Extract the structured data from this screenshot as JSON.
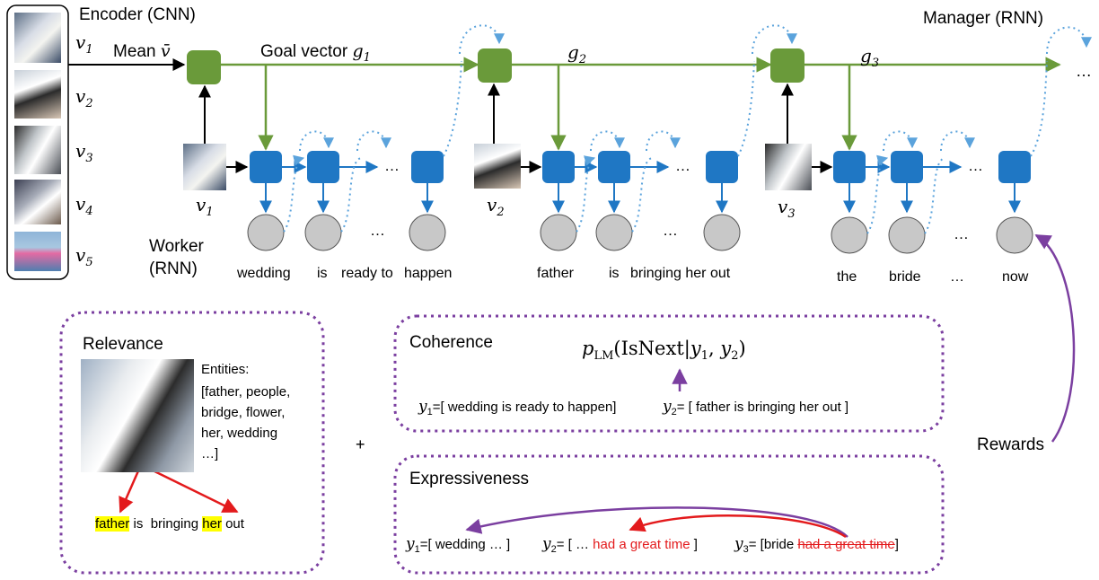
{
  "colors": {
    "green": "#6a9a3a",
    "green_dark": "#4f7a2a",
    "blue": "#1f77c4",
    "blue_dotted": "#5ba3dc",
    "purple": "#7b3fa0",
    "red": "#e31a1c",
    "gray_node": "#c8c8c8",
    "highlight": "#ffff00"
  },
  "encoder": {
    "title": "Encoder (CNN)",
    "frames": [
      {
        "label": "v",
        "sub": "1"
      },
      {
        "label": "v",
        "sub": "2"
      },
      {
        "label": "v",
        "sub": "3"
      },
      {
        "label": "v",
        "sub": "4"
      },
      {
        "label": "v",
        "sub": "5"
      }
    ],
    "mean_label": "Mean",
    "mean_symbol": "v̄"
  },
  "manager": {
    "title": "Manager (RNN)",
    "goal_label": "Goal vector",
    "goals": [
      {
        "label": "g",
        "sub": "1"
      },
      {
        "label": "g",
        "sub": "2"
      },
      {
        "label": "g",
        "sub": "3"
      }
    ],
    "ellipsis": "…"
  },
  "worker": {
    "title_line1": "Worker",
    "title_line2": "(RNN)",
    "inputs": [
      {
        "label": "v",
        "sub": "1"
      },
      {
        "label": "v",
        "sub": "2"
      },
      {
        "label": "v",
        "sub": "3"
      }
    ],
    "ellipsis": "…",
    "words": [
      "wedding",
      "is",
      "ready to",
      "happen",
      "father",
      "is",
      "bringing her out",
      "the",
      "bride",
      "…",
      "now"
    ]
  },
  "relevance": {
    "title": "Relevance",
    "entities_label": "Entities:",
    "entities_lines": [
      "[father, people,",
      "bridge, flower,",
      "her, wedding",
      "…]"
    ],
    "sentence": [
      {
        "text": "father",
        "hl": true
      },
      {
        "text": " is  bringing ",
        "hl": false
      },
      {
        "text": "her",
        "hl": true
      },
      {
        "text": " out",
        "hl": false
      }
    ]
  },
  "plus": "+",
  "coherence": {
    "title": "Coherence",
    "formula_p": "p",
    "formula_sub": "LM",
    "formula_rest": "(IsNext|",
    "formula_y1": "y",
    "formula_y2": "y",
    "y1_text": "=[ wedding is ready to happen]",
    "y2_text": "= [ father is bringing her out ]"
  },
  "expressiveness": {
    "title": "Expressiveness",
    "y1_text": "=[ wedding … ]",
    "y2_pre": "= [ … ",
    "y2_red": "had a great time",
    "y2_post": " ]",
    "y3_pre": "= [bride ",
    "y3_strike": "had a great time",
    "y3_post": "]"
  },
  "rewards": "Rewards"
}
